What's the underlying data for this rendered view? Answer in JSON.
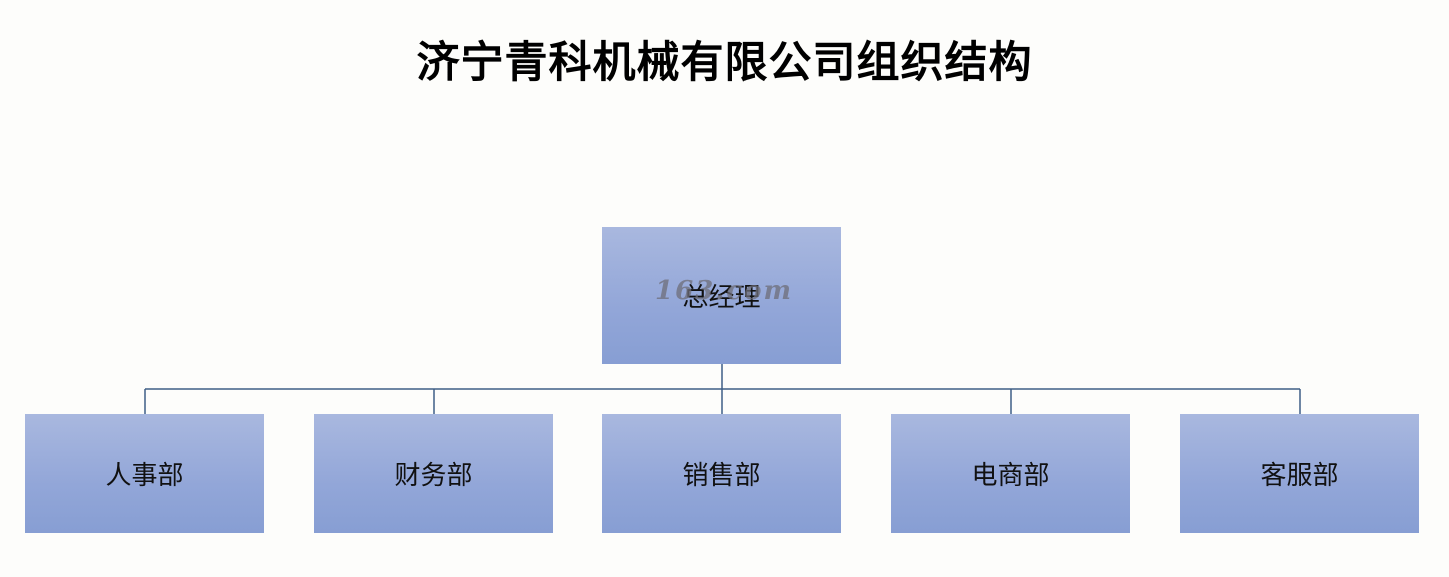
{
  "title": "济宁青科机械有限公司组织结构",
  "root": {
    "label": "总经理"
  },
  "departments": [
    {
      "label": "人事部"
    },
    {
      "label": "财务部"
    },
    {
      "label": "销售部"
    },
    {
      "label": "电商部"
    },
    {
      "label": "客服部"
    }
  ],
  "watermark": "163.com",
  "colors": {
    "box_top": "#a9b8df",
    "box_bottom": "#879ed3",
    "connector": "#3f5f86"
  }
}
